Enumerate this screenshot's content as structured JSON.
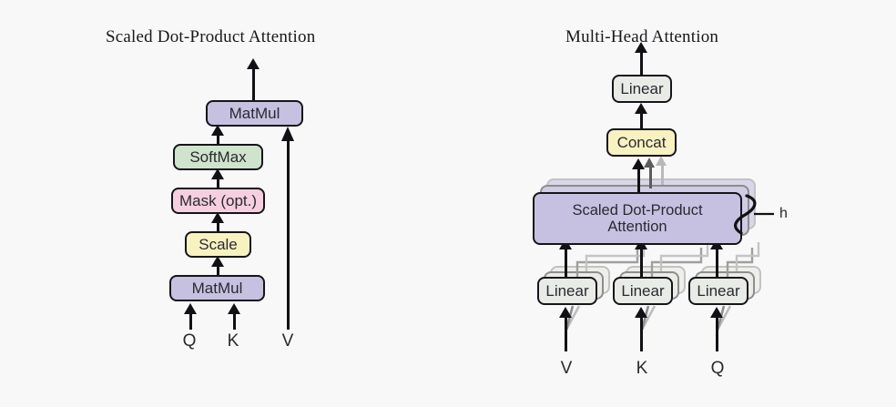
{
  "figure": {
    "background_color": "#f8f8f8",
    "border_color": "#15151a",
    "panels": [
      {
        "id": "scaled-dot-product-attention",
        "title": "Scaled Dot-Product Attention",
        "nodes": [
          {
            "id": "matmul-top",
            "label": "MatMul",
            "color": "#c6c1e0"
          },
          {
            "id": "softmax",
            "label": "SoftMax",
            "color": "#cfe3cd"
          },
          {
            "id": "mask",
            "label": "Mask (opt.)",
            "color": "#f6cfdf"
          },
          {
            "id": "scale",
            "label": "Scale",
            "color": "#f7f2c0"
          },
          {
            "id": "matmul-bottom",
            "label": "MatMul",
            "color": "#c6c1e0"
          }
        ],
        "inputs": [
          "Q",
          "K",
          "V"
        ]
      },
      {
        "id": "multi-head-attention",
        "title": "Multi-Head Attention",
        "nodes": [
          {
            "id": "linear-out",
            "label": "Linear",
            "color": "#e9ebe7"
          },
          {
            "id": "concat",
            "label": "Concat",
            "color": "#f7f2c0"
          },
          {
            "id": "sdpa",
            "label_line1": "Scaled Dot-Product",
            "label_line2": "Attention",
            "color": "#c6c1e0"
          },
          {
            "id": "linear-v",
            "label": "Linear",
            "color": "#e9ebe7"
          },
          {
            "id": "linear-k",
            "label": "Linear",
            "color": "#e9ebe7"
          },
          {
            "id": "linear-q",
            "label": "Linear",
            "color": "#e9ebe7"
          }
        ],
        "heads_label": "h",
        "inputs": [
          "V",
          "K",
          "Q"
        ]
      }
    ]
  }
}
